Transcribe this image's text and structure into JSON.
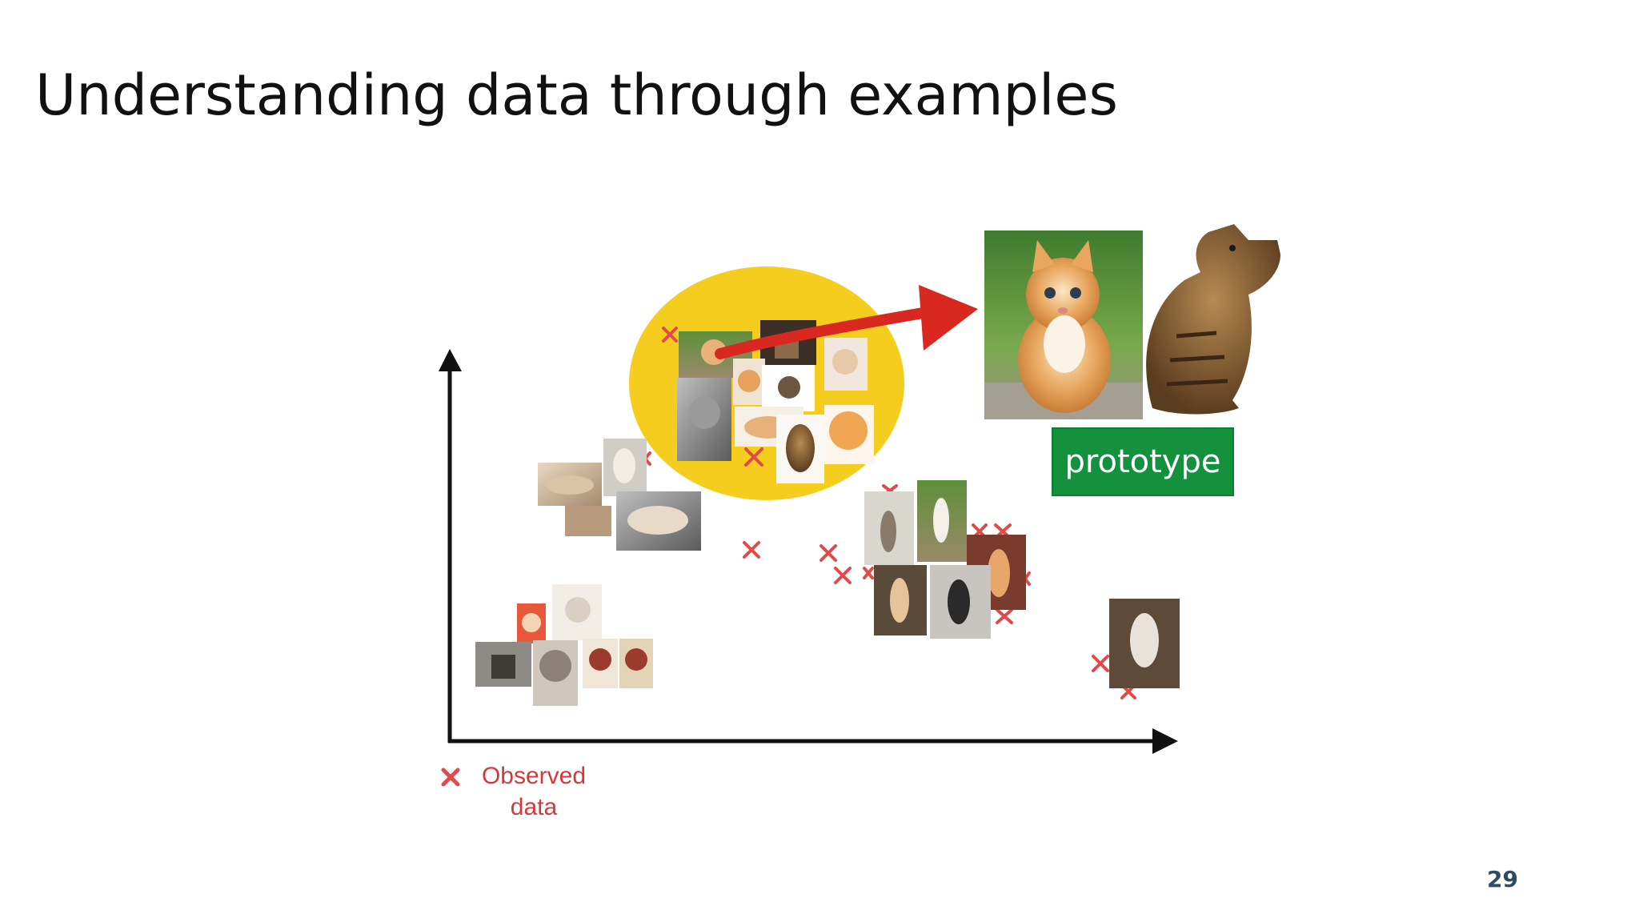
{
  "slide": {
    "title": "Understanding data through examples",
    "page_number": "29"
  },
  "diagram": {
    "badge_label": "prototype",
    "legend_label": "Observed data",
    "colors": {
      "axis": "#111111",
      "marker": "#e24a4a",
      "highlight_ellipse": "#f5cd1e",
      "arrow": "#d8281f",
      "badge": "#13913c"
    },
    "icons": [
      "x-marker-icon",
      "arrow-icon",
      "cat-photo-thumbnail"
    ]
  }
}
